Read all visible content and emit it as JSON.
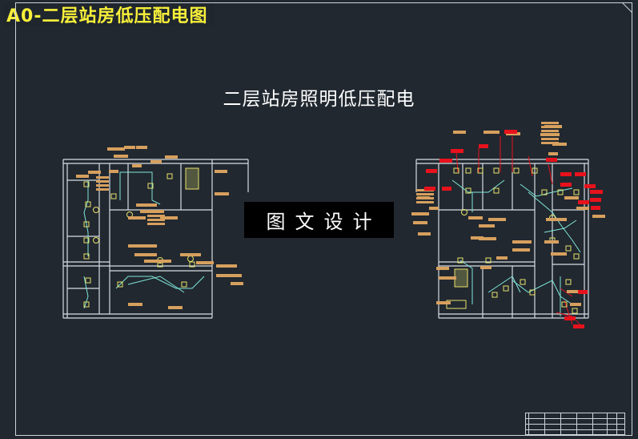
{
  "sheet": {
    "title": "A0-二层站房低压配电图",
    "drawing_title": "二层站房照明低压配电",
    "watermark": "图文设计"
  },
  "colors": {
    "background": "#212830",
    "frame": "#cfd4d9",
    "title_text": "#f7ef3a",
    "wall": "#d8dde2",
    "label_tag": "#d7a05e",
    "alert_tag": "#e8121c",
    "fixture": "#e8e26a",
    "wiring": "#7fe6d8",
    "leader": "#e8121c"
  }
}
